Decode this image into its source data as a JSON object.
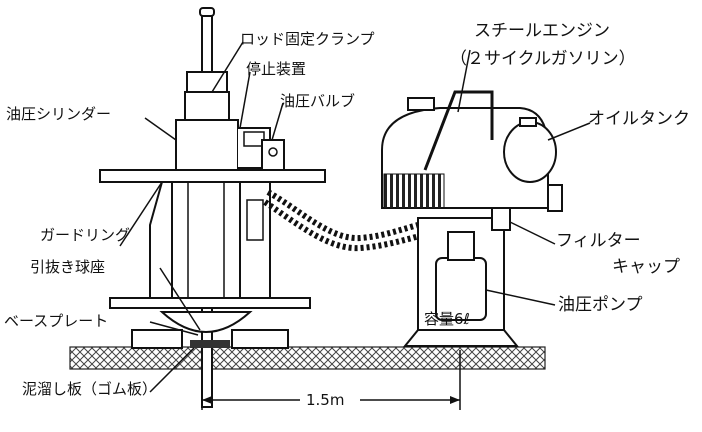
{
  "labels": {
    "rod_clamp": "ロッド固定クランプ",
    "stopper": "停止装置",
    "hydraulic_valve": "油圧バルブ",
    "hydraulic_cylinder": "油圧シリンダー",
    "steel_engine": "スチールエンジン",
    "two_cycle_gasoline": "（２サイクルガソリン）",
    "oil_tank": "オイルタンク",
    "guard_ring": "ガードリング",
    "filter": "フィルター",
    "cap": "キャップ",
    "pull_ball_seat": "引抜き球座",
    "base_plate": "ベースプレート",
    "hydraulic_pump": "油圧ポンプ",
    "capacity": "容量6ℓ",
    "mud_board": "泥溜し板（ゴム板）",
    "distance": "1.5m"
  },
  "colors": {
    "ink": "#111111",
    "hatch": "#444444",
    "background": "#ffffff"
  }
}
